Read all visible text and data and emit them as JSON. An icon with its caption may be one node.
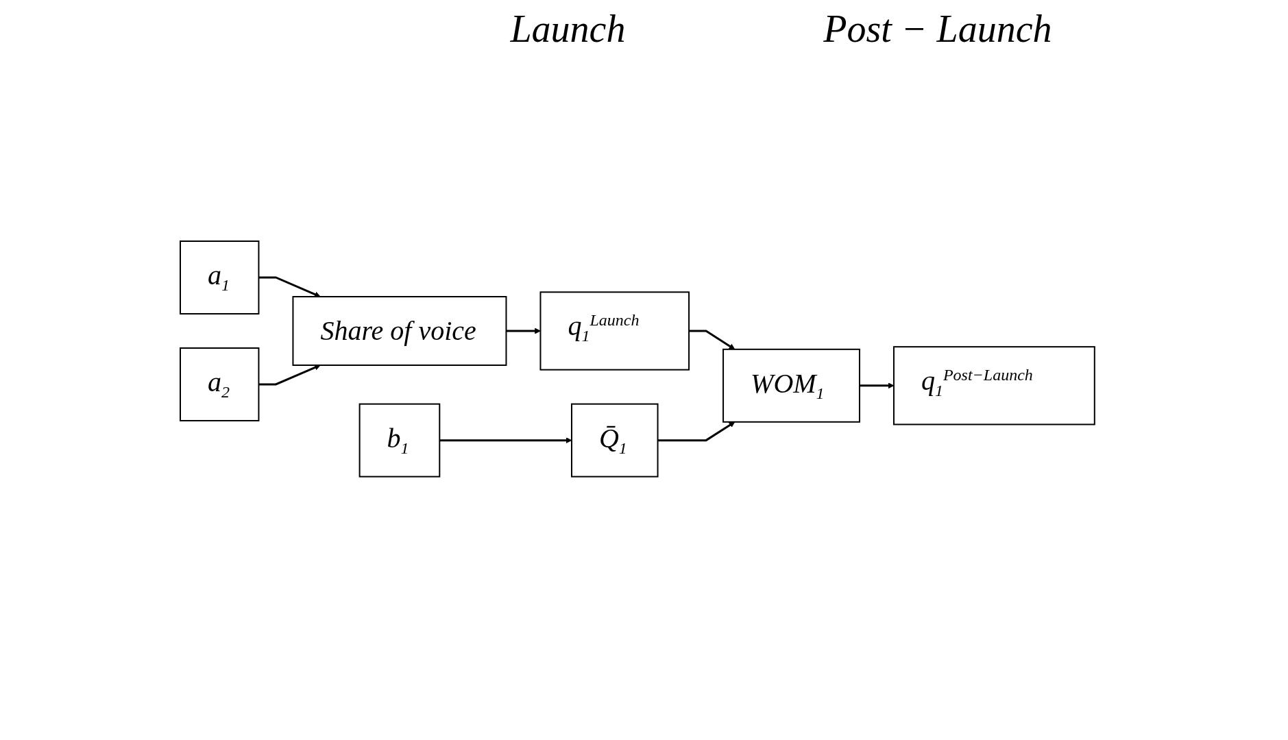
{
  "diagram": {
    "nodes": [
      {
        "text": [
          "a$_{1}$"
        ]
      },
      {
        "text": [
          "a$_{2}$"
        ]
      },
      {
        "text": [
          "Share of voice"
        ]
      },
      {
        "text": [
          "q$_{1}$$^{Launch}$"
        ]
      },
      {
        "text": [
          "WOM$_{1}$"
        ]
      },
      {
        "text": [
          "q$_{1}$$^{Post−Launch}$"
        ]
      },
      {
        "text": [
          "b$_{1}$"
        ]
      },
      {
        "text": [
          "Q̄$_{1}$"
        ]
      }
    ],
    "edges": [
      {
        "from": 0,
        "to": 2,
        "arrow": "to"
      },
      {
        "from": 1,
        "to": 2,
        "arrow": "to"
      },
      {
        "from": 2,
        "to": 3,
        "arrow": "to"
      },
      {
        "from": 3,
        "to": 4,
        "arrow": "to"
      },
      {
        "from": 4,
        "to": 5,
        "arrow": "to"
      },
      {
        "from": 6,
        "to": 7,
        "arrow": "to"
      },
      {
        "from": 7,
        "to": 4,
        "arrow": "to"
      }
    ],
    "labels": [
      "Launch",
      "Post − Launch"
    ]
  }
}
